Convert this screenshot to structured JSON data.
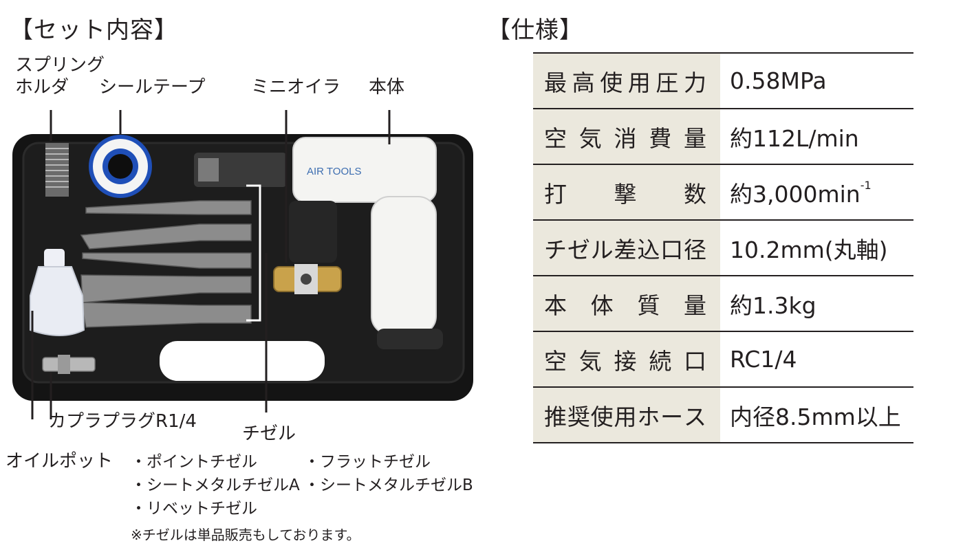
{
  "set_section": {
    "heading": "【セット内容】",
    "labels": {
      "spring_holder_1": "スプリング",
      "spring_holder_2": "ホルダ",
      "seal_tape": "シールテープ",
      "mini_oiler": "ミニオイラ",
      "body": "本体",
      "coupler_plug": "カプラプラグR1/4",
      "chisel": "チゼル",
      "oil_pot": "オイルポット"
    },
    "brand_text": "AIR TOOLS",
    "chisel_list": [
      "・ポイントチゼル",
      "・フラットチゼル",
      "・シートメタルチゼルA",
      "・シートメタルチゼルB",
      "・リベットチゼル"
    ],
    "note": "※チゼルは単品販売もしております。"
  },
  "spec_section": {
    "heading": "【仕様】",
    "rows": [
      {
        "key": "最高使用圧力",
        "value": "0.58MPa"
      },
      {
        "key": "空気消費量",
        "value": "約112L/min"
      },
      {
        "key": "打撃数",
        "value": "約3,000min",
        "sup": "-1"
      },
      {
        "key": "チゼル差込口径",
        "value": "10.2mm(丸軸)"
      },
      {
        "key": "本体質量",
        "value": "約1.3kg"
      },
      {
        "key": "空気接続口",
        "value": "RC1/4"
      },
      {
        "key": "推奨使用ホース",
        "value": "内径8.5mm以上"
      }
    ]
  },
  "colors": {
    "text": "#231f20",
    "table_key_bg": "#ebe8dd",
    "case": "#141414",
    "tool_white": "#f4f4f2",
    "tape_blue": "#1f4fb8"
  }
}
